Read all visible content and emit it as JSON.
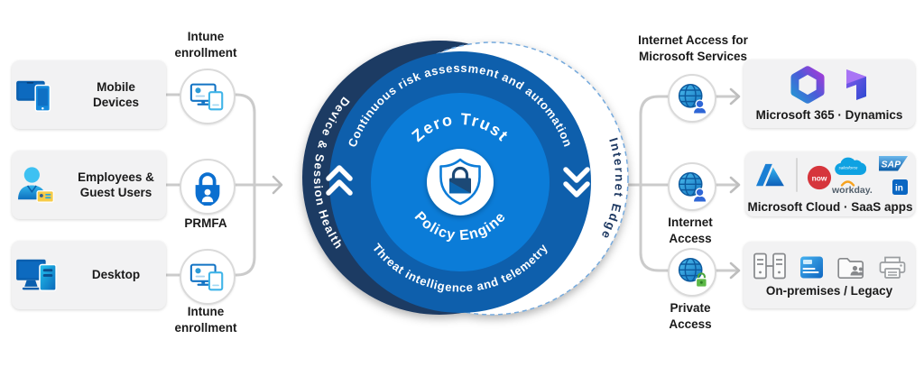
{
  "colors": {
    "navy_ring": "#1F3A63",
    "mid_ring_blue": "#0E5FAC",
    "inner_blue": "#0B7CD8",
    "connector_gray": "#CBCBCB",
    "box_bg": "#F2F2F3",
    "green_lock": "#5CB847",
    "text": "#1A1A1A"
  },
  "left": {
    "boxes": [
      {
        "label": "Mobile\nDevices",
        "icon": "mobile-devices-icon"
      },
      {
        "label": "Employees &\nGuest Users",
        "icon": "employees-icon"
      },
      {
        "label": "Desktop",
        "icon": "desktop-icon"
      }
    ],
    "checkpoints": [
      {
        "label": "Intune\nenrollment",
        "icon": "intune-icon"
      },
      {
        "label": "PRMFA",
        "icon": "mfa-lock-icon"
      },
      {
        "label": "Intune\nenrollment",
        "icon": "intune-icon"
      }
    ]
  },
  "engine": {
    "center_title": "Zero Trust",
    "center_subtitle": "Policy Engine",
    "top_arc": "Continuous risk assessment and automation",
    "bottom_arc": "Threat intelligence and telemetry",
    "left_arc": "Device & Session Health",
    "right_arc": "Internet Edge",
    "center_icon": "shield-lock-icon"
  },
  "right": {
    "access_nodes": [
      {
        "label": "Internet Access for\nMicrosoft Services",
        "icon": "globe-user-icon"
      },
      {
        "label": "Internet\nAccess",
        "icon": "globe-user-icon"
      },
      {
        "label": "Private\nAccess",
        "icon": "globe-lock-icon"
      }
    ],
    "destinations": [
      {
        "caption": "Microsoft 365 · Dynamics"
      },
      {
        "caption": "Microsoft Cloud · SaaS apps",
        "logos": {
          "servicenow": "now",
          "salesforce": "salesforce",
          "sap": "SAP",
          "workday": "workday.",
          "linkedin": "in"
        }
      },
      {
        "caption": "On-premises / Legacy"
      }
    ]
  }
}
